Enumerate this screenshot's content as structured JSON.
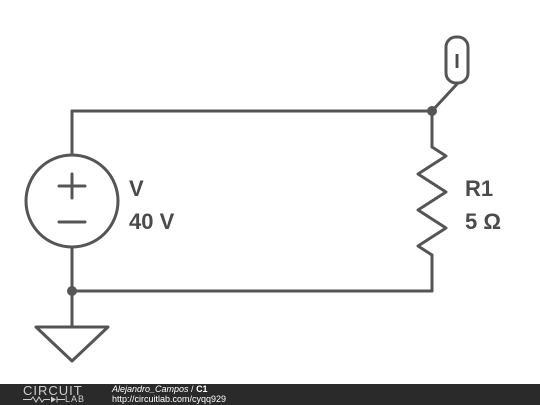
{
  "circuit": {
    "source": {
      "name": "V",
      "value": "40 V"
    },
    "resistor": {
      "name": "R1",
      "value": "5 Ω"
    },
    "probe": {
      "label": "I"
    }
  },
  "colors": {
    "wire": "#555555",
    "footer_bg": "#2a2a2a"
  },
  "footer": {
    "logo_top": "CIRCUIT",
    "logo_bottom": "LAB",
    "author": "Alejandro_Campos",
    "separator": " / ",
    "circuit_name": "C1",
    "url": "http://circuitlab.com/cyqq929"
  }
}
